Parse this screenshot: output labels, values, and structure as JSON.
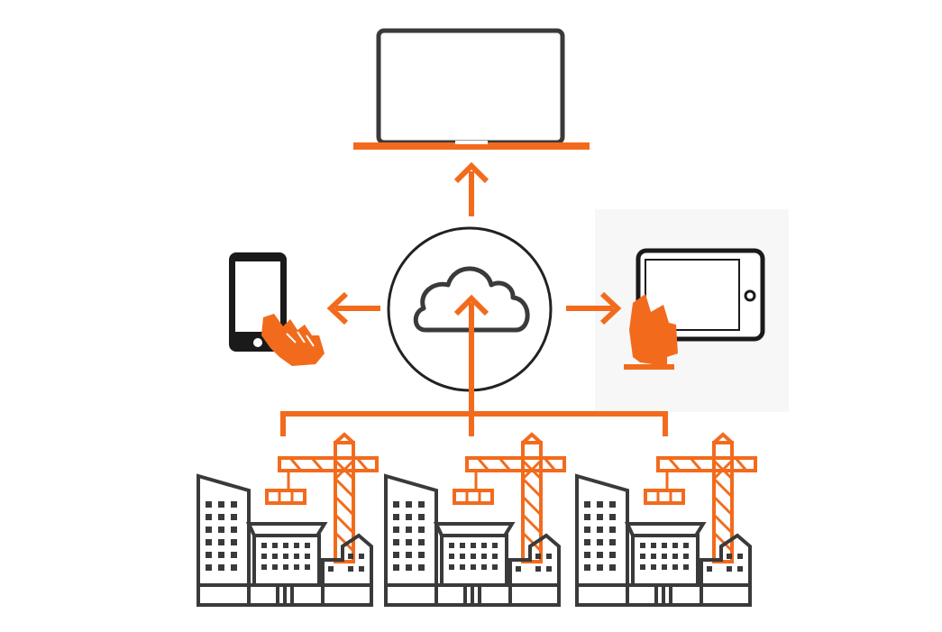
{
  "colors": {
    "accent": "#f26b1d",
    "outline": "#3a3a3a",
    "background": "#ffffff",
    "panel": "#f7f7f7"
  },
  "icons": {
    "hub": "cloud-icon",
    "top": "laptop-icon",
    "left": "smartphone-touch-icon",
    "right": "tablet-touch-icon",
    "sites": [
      "construction-site-icon",
      "construction-site-icon",
      "construction-site-icon"
    ]
  },
  "connections": [
    {
      "from": "cloud",
      "to": "laptop"
    },
    {
      "from": "cloud",
      "to": "smartphone"
    },
    {
      "from": "cloud",
      "to": "tablet"
    },
    {
      "from": "construction-sites",
      "to": "cloud"
    }
  ]
}
